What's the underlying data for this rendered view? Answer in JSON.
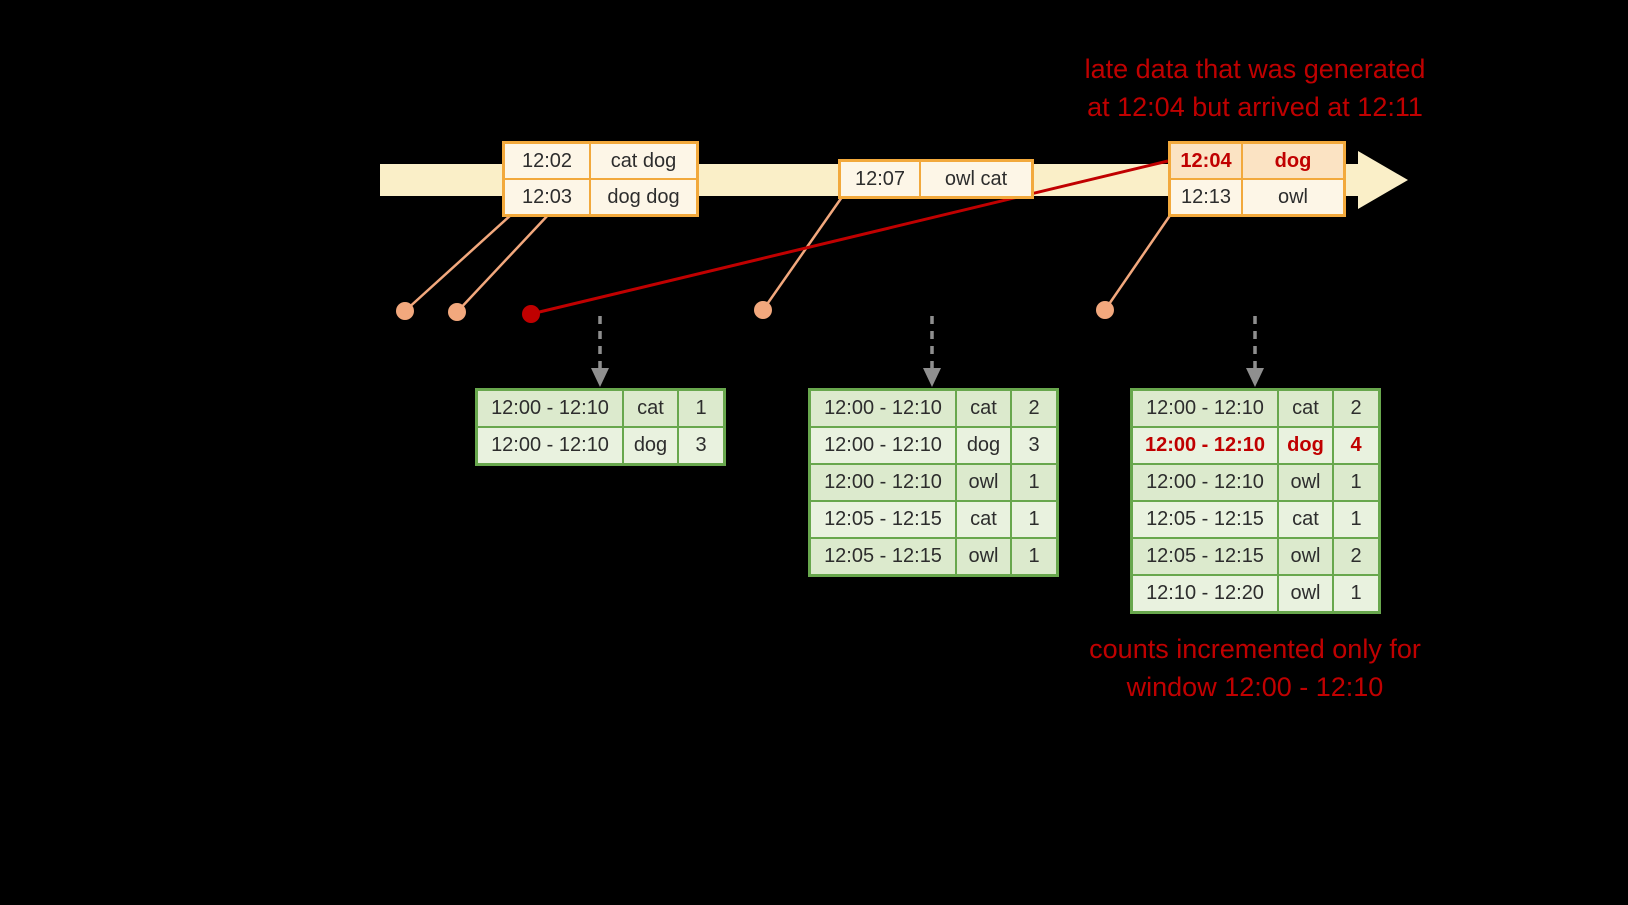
{
  "annotations": {
    "late_data": {
      "line1": "late data that was generated",
      "line2": "at 12:04 but arrived at 12:11"
    },
    "counts_note": {
      "line1": "counts incremented only for",
      "line2": "window 12:00 - 12:10"
    }
  },
  "event_tables": [
    {
      "name": "events-batch-1",
      "rows": [
        {
          "time": "12:02",
          "words": "cat dog",
          "late": false
        },
        {
          "time": "12:03",
          "words": "dog dog",
          "late": false
        }
      ]
    },
    {
      "name": "events-batch-2",
      "rows": [
        {
          "time": "12:07",
          "words": "owl cat",
          "late": false
        }
      ]
    },
    {
      "name": "events-batch-3",
      "rows": [
        {
          "time": "12:04",
          "words": "dog",
          "late": true
        },
        {
          "time": "12:13",
          "words": "owl",
          "late": false
        }
      ]
    }
  ],
  "result_tables": [
    {
      "name": "counts-after-trigger-1",
      "rows": [
        {
          "window": "12:00 - 12:10",
          "word": "cat",
          "count": "1",
          "highlight": false
        },
        {
          "window": "12:00 - 12:10",
          "word": "dog",
          "count": "3",
          "highlight": false
        }
      ]
    },
    {
      "name": "counts-after-trigger-2",
      "rows": [
        {
          "window": "12:00 - 12:10",
          "word": "cat",
          "count": "2",
          "highlight": false
        },
        {
          "window": "12:00 - 12:10",
          "word": "dog",
          "count": "3",
          "highlight": false
        },
        {
          "window": "12:00 - 12:10",
          "word": "owl",
          "count": "1",
          "highlight": false
        },
        {
          "window": "12:05 - 12:15",
          "word": "cat",
          "count": "1",
          "highlight": false
        },
        {
          "window": "12:05 - 12:15",
          "word": "owl",
          "count": "1",
          "highlight": false
        }
      ]
    },
    {
      "name": "counts-after-trigger-3",
      "rows": [
        {
          "window": "12:00 - 12:10",
          "word": "cat",
          "count": "2",
          "highlight": false
        },
        {
          "window": "12:00 - 12:10",
          "word": "dog",
          "count": "4",
          "highlight": true
        },
        {
          "window": "12:00 - 12:10",
          "word": "owl",
          "count": "1",
          "highlight": false
        },
        {
          "window": "12:05 - 12:15",
          "word": "cat",
          "count": "1",
          "highlight": false
        },
        {
          "window": "12:05 - 12:15",
          "word": "owl",
          "count": "2",
          "highlight": false
        },
        {
          "window": "12:10 - 12:20",
          "word": "owl",
          "count": "1",
          "highlight": false
        }
      ]
    }
  ],
  "colors": {
    "background": "#000000",
    "annotation_red": "#c00000",
    "timeline_fill": "#faefc8",
    "event_border": "#f2a93c",
    "event_fill": "#fdf6e7",
    "late_fill": "#fbe3c3",
    "result_border": "#68a74d",
    "result_fill_a": "#dceacd",
    "result_fill_b": "#e9f2df",
    "dot_fill": "#f2a87d",
    "arrow_gray": "#8f8f8f",
    "table_text": "#2d2d2d"
  }
}
